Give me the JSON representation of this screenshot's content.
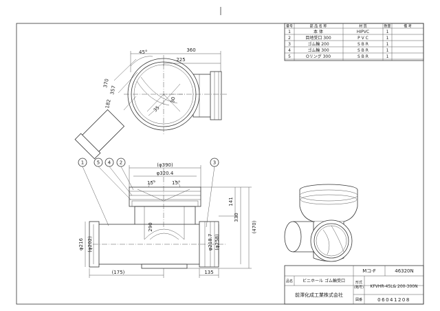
{
  "parts_table": {
    "headers": [
      "番号",
      "部 品 名 称",
      "材 質",
      "数量",
      "備 考"
    ],
    "rows": [
      [
        "1",
        "本 体",
        "HIPVC",
        "1",
        ""
      ],
      [
        "2",
        "目地受口 300",
        "P V C",
        "1",
        ""
      ],
      [
        "3",
        "ゴム輪 200",
        "S B R",
        "1",
        ""
      ],
      [
        "4",
        "ゴム輪 300",
        "S B R",
        "1",
        ""
      ],
      [
        "5",
        "Oリング 300",
        "S B R",
        "1",
        ""
      ]
    ]
  },
  "top_view": {
    "dim_width": "360",
    "dim_inner": "225",
    "dim_angle": "45°",
    "dim_370": "370",
    "dim_357": "357",
    "dim_182": "182",
    "dim_30": "30",
    "dim_35": "35"
  },
  "front_view": {
    "balloons": [
      "1",
      "5",
      "4",
      "2",
      "3"
    ],
    "dim_390": "(φ390)",
    "dim_3204": "φ320.4",
    "angle_left": "15°",
    "angle_right": "15°",
    "dim_141": "141",
    "dim_330": "330",
    "dim_470": "(470)",
    "dim_290": "290",
    "dim_216": "φ216",
    "dim_202": "(φ202)",
    "dim_2187": "φ218.7",
    "dim_258": "(φ258)",
    "dim_175": "(175)",
    "dim_135": "135"
  },
  "title_block": {
    "code_label": "Mコ-F",
    "code_value": "46320N",
    "name_label": "品名",
    "name_value": "ビニホール ゴム輪受口",
    "model_label": "形式",
    "model_sub": "(略号)",
    "model_value": "KFVHR-45L& 200-300N",
    "company": "前澤化成工業株式会社",
    "doc_label": "図番",
    "doc_value": "06041208"
  }
}
